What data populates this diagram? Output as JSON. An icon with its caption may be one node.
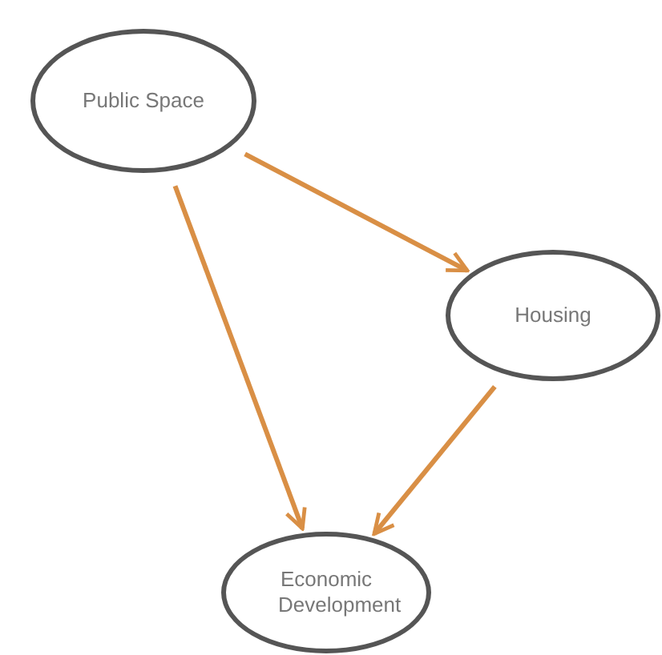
{
  "diagram": {
    "nodes": [
      {
        "text": [
          "Public Space"
        ]
      },
      {
        "text": [
          "Housing"
        ]
      },
      {
        "text": [
          "Economic Development"
        ]
      }
    ],
    "edges": [
      {
        "from": 0,
        "to": 1,
        "arrow": "to"
      },
      {
        "from": 0,
        "to": 2,
        "arrow": "to"
      },
      {
        "from": 1,
        "to": 2,
        "arrow": "to"
      }
    ]
  }
}
